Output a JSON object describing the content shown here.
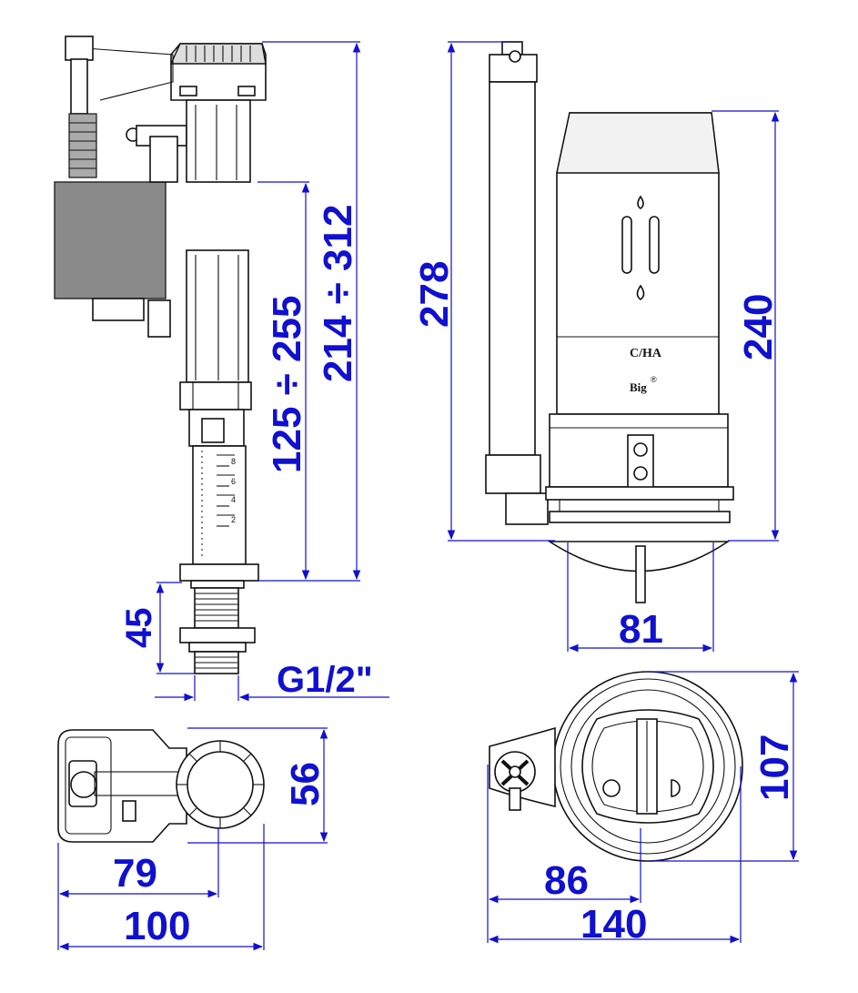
{
  "dimensions": {
    "fill_valve_overall": "214 ÷ 312",
    "fill_valve_adjust": "125 ÷ 255",
    "shank_length": "45",
    "thread": "G1/2\"",
    "top_view_depth": "56",
    "top_view_axis": "79",
    "top_view_width": "100",
    "flush_valve_total": "278",
    "flush_valve_body": "240",
    "flush_valve_outlet": "81",
    "flush_base_diameter": "107",
    "flush_top_axis": "86",
    "flush_top_width": "140"
  },
  "markings": {
    "brand_logo": "C/HA",
    "model": "Big",
    "scale": [
      "8",
      "6",
      "4",
      "2"
    ]
  },
  "colors": {
    "dimension": "#1010d0",
    "outline": "#111111",
    "body_grey": "#8a8a8a"
  }
}
